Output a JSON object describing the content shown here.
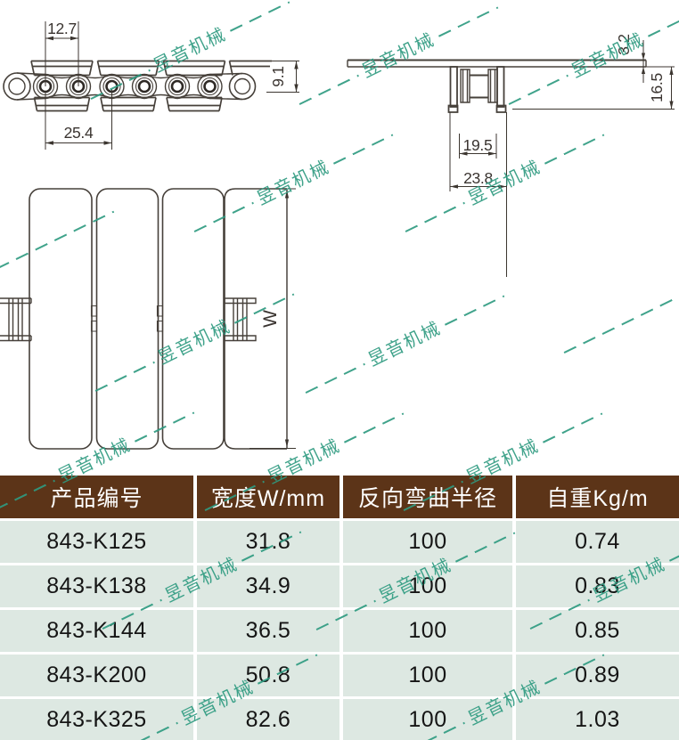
{
  "watermark": {
    "text": "昱音机械",
    "color": "#2f9b81"
  },
  "dims": {
    "pitch_half": "12.7",
    "pitch": "25.4",
    "plate_height": "9.1",
    "inner_width": "19.5",
    "outer_width": "23.8",
    "plate_thickness": "3.2",
    "section_height": "16.5",
    "belt_width": "W"
  },
  "table": {
    "colors": {
      "header_bg": "#5c3418",
      "header_text": "#ffffff",
      "row_bg": "#dde8e2"
    },
    "headers": [
      "产品编号",
      "宽度W/mm",
      "反向弯曲半径",
      "自重Kg/m"
    ],
    "rows": [
      [
        "843-K125",
        "31.8",
        "100",
        "0.74"
      ],
      [
        "843-K138",
        "34.9",
        "100",
        "0.83"
      ],
      [
        "843-K144",
        "36.5",
        "100",
        "0.85"
      ],
      [
        "843-K200",
        "50.8",
        "100",
        "0.89"
      ],
      [
        "843-K325",
        "82.6",
        "100",
        "1.03"
      ]
    ]
  }
}
